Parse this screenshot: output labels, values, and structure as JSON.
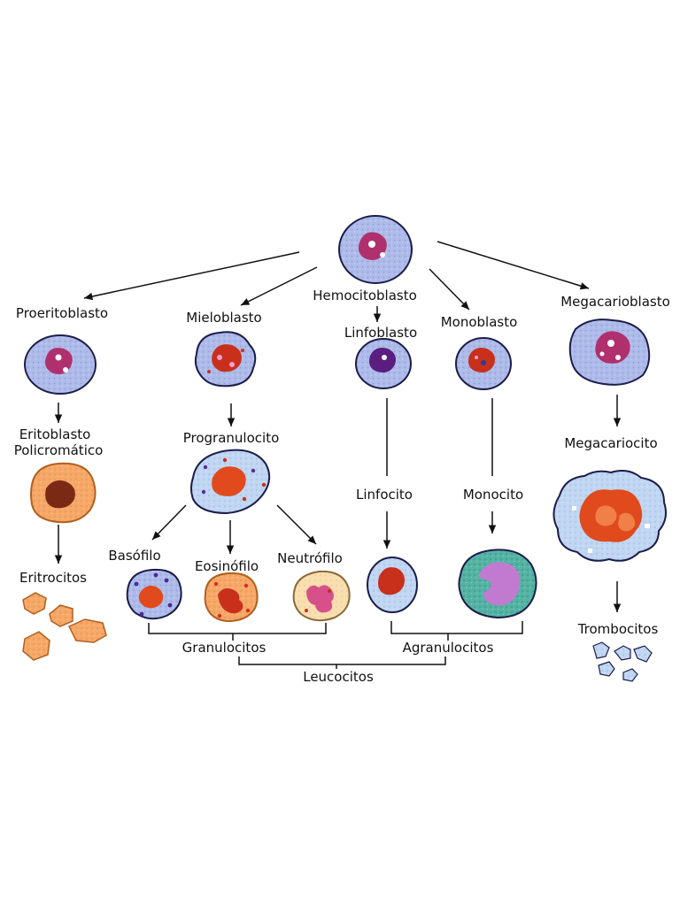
{
  "cells": {
    "hemocitoblasto": "Hemocitoblasto",
    "proeritoblasto": "Proeritoblasto",
    "mieloblasto": "Mieloblasto",
    "linfoblasto": "Linfoblasto",
    "monoblasto": "Monoblasto",
    "megacarioblasto": "Megacarioblasto",
    "eritoblasto_line1": "Eritoblasto",
    "eritoblasto_line2": "Policromático",
    "progranulocito": "Progranulocito",
    "megacariocito": "Megacariocito",
    "linfocito": "Linfocito",
    "monocito": "Monocito",
    "eritrocitos": "Eritrocitos",
    "basofilo": "Basófilo",
    "eosinofilo": "Eosinófilo",
    "neutrofilo": "Neutrófilo",
    "trombocitos": "Trombocitos"
  },
  "groups": {
    "granulocitos": "Granulocitos",
    "agranulocitos": "Agranulocitos",
    "leucocitos": "Leucocitos"
  },
  "colors": {
    "cytoplasm_blue": "#a8b8e8",
    "cytoplasm_light": "#bcd3f0",
    "nucleus_magenta": "#b0306e",
    "nucleus_red": "#c8301c",
    "erythro_orange": "#f5a05a",
    "monocyte_teal": "#4aa89a",
    "monocyte_nucleus": "#c27ad0",
    "linfoblast_nucleus": "#5a1e7e"
  }
}
